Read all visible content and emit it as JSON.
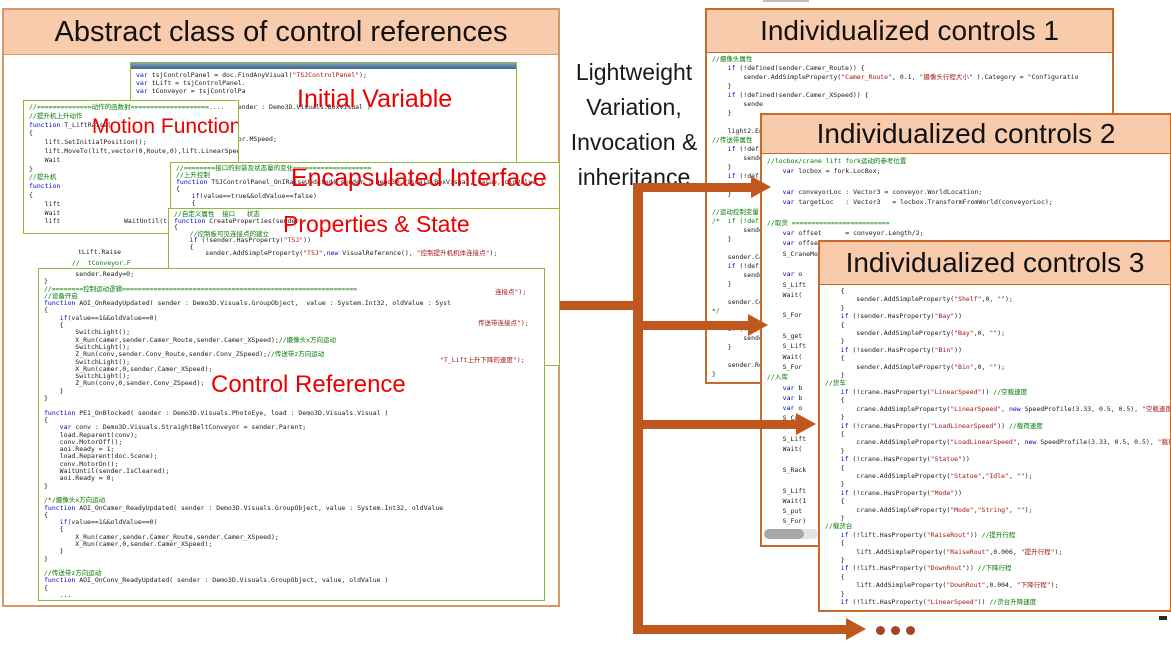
{
  "left_container": {
    "title": "Abstract class of control references",
    "panels": {
      "initial_variable": {
        "label": "Initial Variable",
        "code": [
          "var tsjControlPanel = doc.FindAnyVisual(\"TSJControlPanel\");",
          "var tLift = tsjControlPanel.",
          "var tConveyor = tsjControlPa",
          "",
          "             el_OnReset( sender : Demo3D.Visuals.BoxVisual )",
          "",
          "             ender);",
          "",
          "             ed  = tConveyor.MSpeed;"
        ]
      },
      "motion_function": {
        "label": "Motion Function",
        "code": [
          "//==============动作的函数射====================....",
          "//提升机上升动作",
          "function T_LiftRaise(",
          "{",
          "    lift.SetInitialPosition();",
          "    lift.MoveTo(lift,vector(0,Route,0),lift.LinearSpeed);",
          "    Wait",
          "}",
          "//提升机",
          "function",
          "{",
          "    lift",
          "    Wait",
          "    lift"
        ]
      },
      "encapsulated_interface": {
        "label": "Encapsulated Interface",
        "code": [
          "//========接口的封装及状态量的变化====================",
          "//上升控制",
          "function TSJControlPanel_OnIRaiseUpdated( sender : Demo3D.Visuals.BoxVisual, value, oldValue )",
          "{",
          "    if(value==true&&oldValue==false)",
          "    {"
        ]
      },
      "properties_state": {
        "label": "Properties  & State",
        "code": [
          "//自定义属性  接口   状态",
          "function CreateProperties(sender)",
          "{",
          "    //控制板可见连接点的建立",
          "    if (!sender.HasProperty(\"TSJ\"))",
          "    {",
          "        sender.AddSimpleProperty(\"TSJ\",new VisualReference(), \"控制提升机机体连接点\");"
        ]
      },
      "control_reference": {
        "label": "Control Reference",
        "code": [
          "        sender.Ready=0;",
          "}",
          "//========控制运动逻辑============================================================",
          "//设备开启",
          "function AOI_OnReadyUpdated( sender : Demo3D.Visuals.GroupObject,  value : System.Int32, oldValue : Syst",
          "{",
          "    if(value==1&&oldValue==0)",
          "    {",
          "        SwitchLight();",
          "        X_Run(camer,sender.Camer_Route,sender.Camer_XSpeed);//摄像头x方向运动",
          "        SwitchLight();",
          "        Z_Run(conv,sender.Conv_Route,sender.Conv_ZSpeed);//传送带z方向运动",
          "        SwitchLight();",
          "        X_Run(camer,0,sender.Camer_XSpeed);",
          "        SwitchLight();",
          "        Z_Run(conv,0,sender.Conv_ZSpeed);",
          "    }",
          "}",
          "",
          "function PE1_OnBlocked( sender : Demo3D.Visuals.PhotoEye, load : Demo3D.Visuals.Visual )",
          "{",
          "    var conv : Demo3D.Visuals.StraightBeltConveyor = sender.Parent;",
          "    load.Reparent(conv);",
          "    conv.MotorOff();",
          "    aoi.Ready = 1;",
          "    load.Reparent(doc.Scene);",
          "    conv.MotorOn();",
          "    WaitUntil(sender.IsCleared);",
          "    aoi.Ready = 0;",
          "}",
          "",
          "/*/摄像头x方向运动",
          "function AOI_OnCamer_ReadyUpdated( sender : Demo3D.Visuals.GroupObject, value : System.Int32, oldValue",
          "{",
          "    if(value==1&&oldValue==0)",
          "    {",
          "        X_Run(camer,sender.Camer_Route,sender.Camer_XSpeed);",
          "        X_Run(camer,0,sender.Camer_XSpeed);",
          "    }",
          "}",
          "",
          "//传送带z方向运动",
          "function AOI_OnConv_ReadyUpdated( sender : Demo3D.Visuals.GroupObject, value, oldValue )",
          "{",
          "    ..."
        ]
      }
    },
    "fragments": [
      {
        "text": "WaitUntil(t"
      },
      {
        "text": "tLift.Raise"
      },
      {
        "text": "//  tConveyor.F"
      },
      {
        "text": "连接点\");"
      },
      {
        "text": "传送带连接点\");"
      },
      {
        "text": "\"T_Lift上升下降的速度\");"
      }
    ]
  },
  "middle": {
    "label": "Lightweight Variation, Invocation & inheritance",
    "continuation": "..."
  },
  "right_panels": {
    "controls1": {
      "title": "Individualized controls 1",
      "code": [
        "//摄像头属性",
        "    if (!defined(sender.Camer_Route)) {",
        "        sender.AddSimpleProperty(\"Camer_Route\", 0.1, \"摄像头行程大小\" ).Category = \"Configuratio",
        "    }",
        "    if (!defined(sender.Camer_XSpeed)) {",
        "        sende",
        "    }",
        "",
        "    light2.En",
        "//传送带属性",
        "    if (!defi",
        "        sende",
        "    }",
        "    if (!defi",
        "        sende",
        "    }",
        "",
        "//运动控制变量",
        "/*  if (!defi",
        "        sende",
        "    }",
        "",
        "    sender.Ca",
        "    if (!defi",
        "        sende",
        "    }",
        "",
        "    sender.Co",
        "*/",
        "",
        "    if (!defi",
        "        sende",
        "    }",
        "",
        "    sender.Re",
        "}"
      ]
    },
    "controls2": {
      "title": "Individualized controls 2",
      "code": [
        "//locbox/crane lift fork运动的参考位置",
        "    var locbox = fork.LocBox;",
        "",
        "    var conveyorLoc : Vector3 = conveyor.WorldLocation;",
        "    var targetLoc   : Vector3   = locbox.TransformFromWorld(conveyorLoc);",
        "",
        "//取货 =========================",
        "    var offset      = conveyor.Length/2;",
        "    var offsetX     : Double    = targetLoc.X;",
        "    S_CraneMove(crane,offsetX,offset);//货车运动到取货位置",
        "",
        "    var o",
        "    S_Lift",
        "    Wait(",
        "",
        "    S_For",
        "",
        "    S_get",
        "    S_Lift",
        "    Wait(",
        "    S_For",
        "//入库",
        "    var b",
        "    var b",
        "    var o",
        "    S_Cra",
        "",
        "    S_Lift",
        "    Wait(",
        "",
        "    S_Rack",
        "",
        "    S_Lift",
        "    Wait(1",
        "    S_put",
        "    S_For)",
        "}"
      ]
    },
    "controls3": {
      "title": "Individualized controls 3",
      "code": [
        "    {",
        "        sender.AddSimpleProperty(\"Shelf\",0, \"\");",
        "    }",
        "    if (!sender.HasProperty(\"Bay\"))",
        "    {",
        "        sender.AddSimpleProperty(\"Bay\",0, \"\");",
        "    }",
        "    if (!sender.HasProperty(\"Bin\"))",
        "    {",
        "        sender.AddSimpleProperty(\"Bin\",0, \"\");",
        "    }",
        "//货车",
        "    if (!crane.HasProperty(\"LinearSpeed\")) //空载速度",
        "    {",
        "        crane.AddSimpleProperty(\"LinearSpeed\", new SpeedProfile(3.33, 0.5, 0.5), \"空载速度\");",
        "    }",
        "    if (!crane.HasProperty(\"LoadLinearSpeed\")) //载荷速度",
        "    {",
        "        crane.AddSimpleProperty(\"LoadLinearSpeed\", new SpeedProfile(3.33, 0.5, 0.5), \"载荷速度\");",
        "    }",
        "    if (!crane.HasProperty(\"Statue\"))",
        "    {",
        "        crane.AddSimpleProperty(\"Statue\",\"Idle\", \"\");",
        "    }",
        "    if (!crane.HasProperty(\"Mode\"))",
        "    {",
        "        crane.AddSimpleProperty(\"Mode\",\"String\", \"\");",
        "    }",
        "//载货台",
        "    if (!lift.HasProperty(\"RaiseRout\")) //提升行程",
        "    {",
        "        lift.AddSimpleProperty(\"RaiseRout\",0.006, \"提升行程\");",
        "    }",
        "    if (!lift.HasProperty(\"DownRout\")) //下降行程",
        "    {",
        "        lift.AddSimpleProperty(\"DownRout\",0.004, \"下降行程\");",
        "    }",
        "    if (!lift.HasProperty(\"LinearSpeed\")) //货台升降速度"
      ]
    }
  },
  "colors": {
    "accent_orange": "#C0571E",
    "header_fill": "#F8CBAD",
    "label_red": "#EB0000",
    "panel_border_green": "#94B73C",
    "dots_brown": "#A3432A"
  }
}
